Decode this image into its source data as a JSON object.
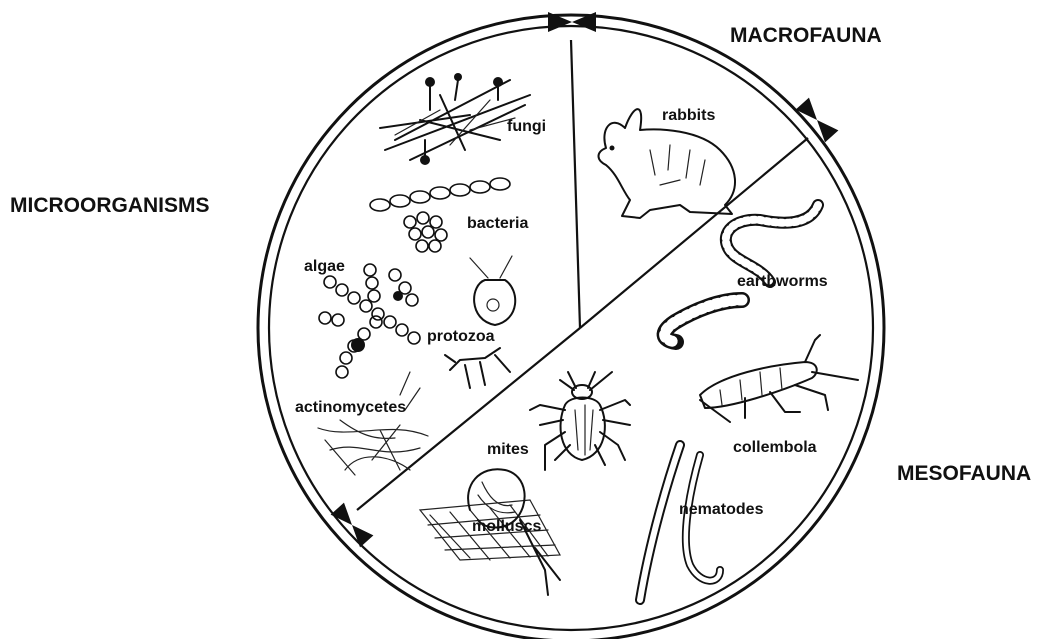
{
  "groups": {
    "microorganisms": "MICROORGANISMS",
    "macrofauna": "MACROFAUNA",
    "mesofauna": "MESOFAUNA"
  },
  "organisms": {
    "fungi": "fungi",
    "bacteria": "bacteria",
    "algae": "algae",
    "protozoa": "protozoa",
    "actinomycetes": "actinomycetes",
    "rabbits": "rabbits",
    "earthworms": "earthworms",
    "mites": "mites",
    "collembola": "collembola",
    "molluscs": "molluscs",
    "nematodes": "nematodes"
  },
  "icons": [
    "bowtie-marker-icon",
    "fungi-icon",
    "bacteria-icon",
    "algae-icon",
    "protozoa-icon",
    "actinomycetes-icon",
    "rabbit-icon",
    "earthworm-icon",
    "mite-icon",
    "collembola-icon",
    "mollusc-icon",
    "nematode-icon"
  ]
}
